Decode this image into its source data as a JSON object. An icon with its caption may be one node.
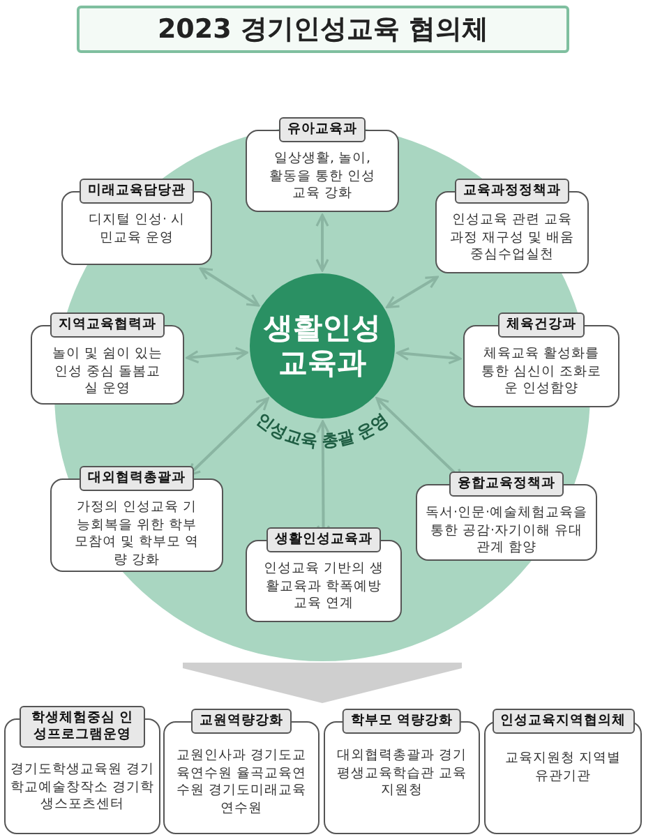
{
  "diagram": {
    "title": "2023 경기인성교육 협의체",
    "nodes": [
      {
        "text": [],
        "shape": "circle"
      },
      {
        "text": [
          "유아교육과",
          "일상생활, 놀이, 활동을 통한 인성교육 강화"
        ],
        "in": 0
      },
      {
        "text": [
          "미래교육담당관",
          "디지털 인성· 시민교육 운영"
        ],
        "in": 0
      },
      {
        "text": [
          "교육과정정책과",
          "인성교육 관련 교육과정 재구성 및 배움중심수업실천"
        ],
        "in": 0
      },
      {
        "text": [
          "지역교육협력과",
          "놀이 및 쉼이 있는 인성 중심 돌봄교실 운영"
        ],
        "in": 0
      },
      {
        "text": [
          "생활인성교육과"
        ],
        "beside": [
          "인성교육 총괄 운영"
        ],
        "in": 0
      },
      {
        "text": [
          "체육건강과",
          "체육교육 활성화를 통한 심신이 조화로운 인성함양"
        ],
        "in": 0
      },
      {
        "text": [
          "대외협력총괄과",
          "가정의 인성교육 기능회복을 위한 학부모참여 및 학부모 역량 강화"
        ],
        "in": 0
      },
      {
        "text": [
          "융합교육정책과",
          "독서·인문·예술체험교육을 통한 공감·자기이해 유대관계 함양"
        ],
        "in": 0
      },
      {
        "text": [
          "생활인성교육과",
          "인성교육 기반의 생활교육과 학폭예방교육 연계"
        ],
        "in": 0
      },
      {
        "text": [
          "학생체험중심 인성프로그램운영",
          "경기도학생교육원 경기학교예술창작소 경기학생스포츠센터"
        ]
      },
      {
        "text": [
          "교원역량강화",
          "교원인사과 경기도교육연수원 율곡교육연수원 경기도미래교육연수원"
        ]
      },
      {
        "text": [
          "학부모 역량강화",
          "대외협력총괄과 경기평생교육학습관 교육지원청"
        ]
      },
      {
        "text": [
          "인성교육지역협의체",
          "교육지원청 지역별 유관기관"
        ]
      }
    ],
    "edges": [
      {
        "from": 5,
        "to": 1,
        "arrow": "both"
      },
      {
        "from": 5,
        "to": 2,
        "arrow": "both"
      },
      {
        "from": 5,
        "to": 3,
        "arrow": "both"
      },
      {
        "from": 5,
        "to": 4,
        "arrow": "both"
      },
      {
        "from": 5,
        "to": 6,
        "arrow": "both"
      },
      {
        "from": 5,
        "to": 7,
        "arrow": "both"
      },
      {
        "from": 5,
        "to": 8,
        "arrow": "both"
      },
      {
        "from": 5,
        "to": 9,
        "arrow": "both"
      },
      {
        "from": 0,
        "to": null,
        "arrow": "to",
        "style": "thick",
        "color": "#cfcfcf"
      }
    ]
  }
}
